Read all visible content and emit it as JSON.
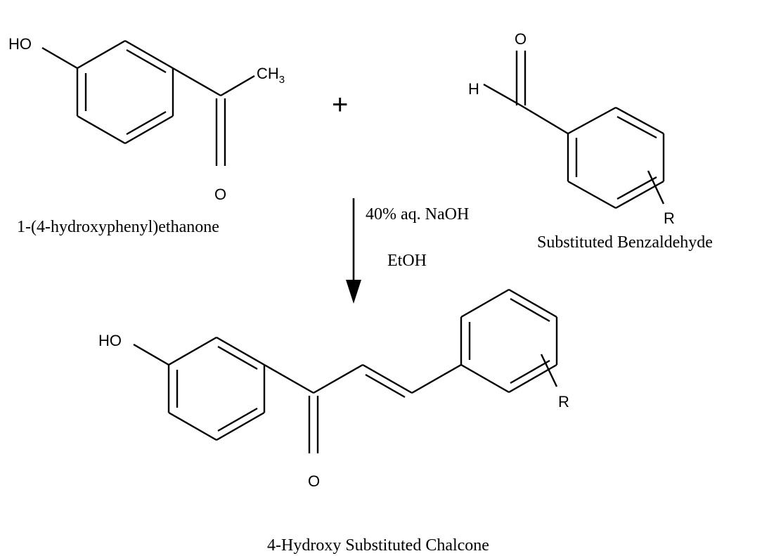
{
  "reactant1": {
    "name": "1-(4-hydroxyphenyl)ethanone",
    "labels": {
      "hydroxyl": "HO",
      "methyl": "CH",
      "methyl_sub": "3",
      "carbonyl_o": "O"
    }
  },
  "plus_sign": "+",
  "reactant2": {
    "name": "Substituted Benzaldehyde",
    "labels": {
      "aldehyde_o": "O",
      "aldehyde_h": "H",
      "substituent": "R"
    }
  },
  "conditions": {
    "reagent": "40% aq. NaOH",
    "solvent": "EtOH"
  },
  "product": {
    "name": "4-Hydroxy Substituted Chalcone",
    "labels": {
      "hydroxyl": "HO",
      "carbonyl_o": "O",
      "substituent": "R"
    }
  },
  "colors": {
    "ink": "#000000",
    "background": "#ffffff"
  }
}
